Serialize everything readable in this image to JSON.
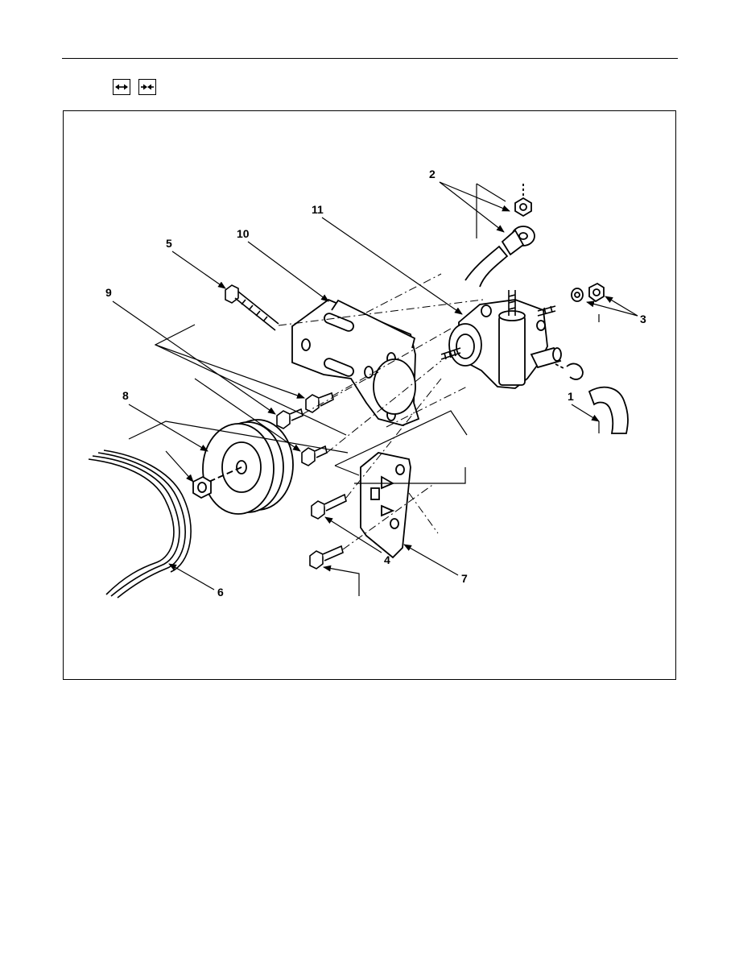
{
  "header": {
    "icons": [
      "disassemble-arrows-icon",
      "assemble-arrows-icon"
    ]
  },
  "diagram": {
    "callouts": [
      {
        "id": "c1",
        "label": "1"
      },
      {
        "id": "c2",
        "label": "2"
      },
      {
        "id": "c3",
        "label": "3"
      },
      {
        "id": "c4",
        "label": "4"
      },
      {
        "id": "c5",
        "label": "5"
      },
      {
        "id": "c6",
        "label": "6"
      },
      {
        "id": "c7",
        "label": "7"
      },
      {
        "id": "c8",
        "label": "8"
      },
      {
        "id": "c9",
        "label": "9"
      },
      {
        "id": "c10",
        "label": "10"
      },
      {
        "id": "c11",
        "label": "11"
      }
    ]
  }
}
